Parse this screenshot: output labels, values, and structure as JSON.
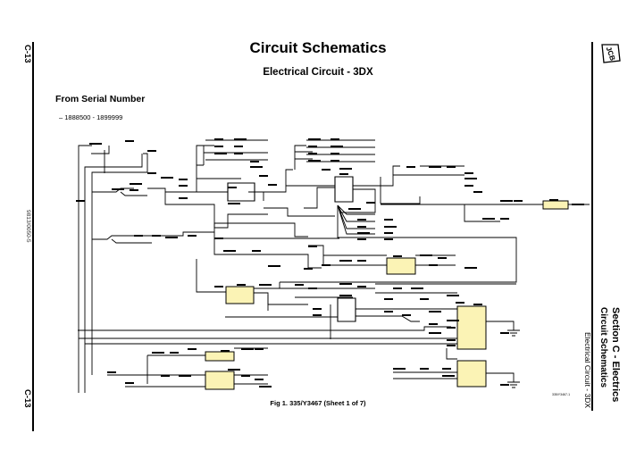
{
  "page": {
    "page_number_top": "C-13",
    "page_number_bottom": "C-13",
    "document_code": "9813/0050-5",
    "logo_text": "JCB",
    "title": "Circuit Schematics",
    "subtitle": "Electrical Circuit - 3DX",
    "serial_heading": "From Serial Number",
    "serial_range": "–  1888500 - 1899999",
    "figure_caption": "Fig 1. 335/Y3467 (Sheet 1 of 7)",
    "figure_ref": "335/Y3467-1",
    "side_section": "Section C - Electrics",
    "side_chapter": "Circuit Schematics",
    "side_topic": "Electrical Circuit - 3DX"
  },
  "colors": {
    "component_fill": "#fbf3b5",
    "line": "#000000"
  }
}
